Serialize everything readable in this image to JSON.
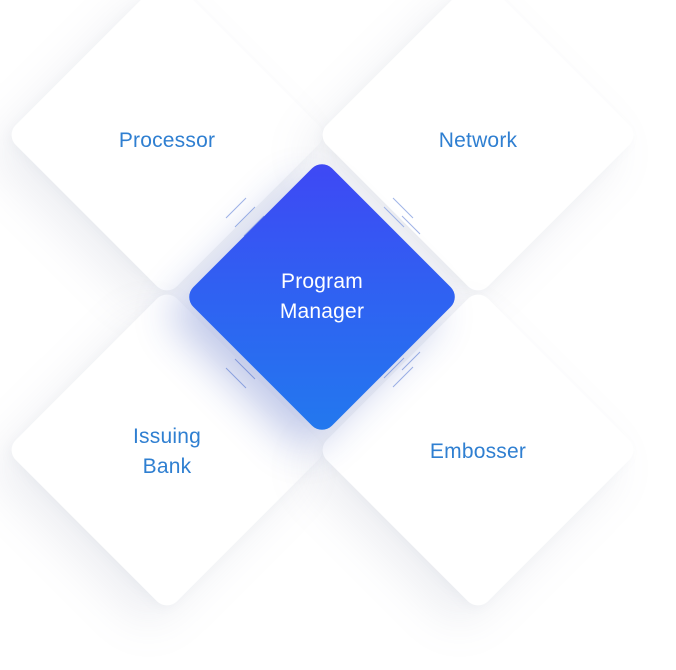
{
  "diagram": {
    "center": {
      "label_line1": "Program",
      "label_line2": "Manager"
    },
    "nodes": {
      "processor": {
        "label": "Processor"
      },
      "network": {
        "label": "Network"
      },
      "issuing_bank": {
        "label_line1": "Issuing",
        "label_line2": "Bank"
      },
      "embosser": {
        "label": "Embosser"
      }
    }
  },
  "colors": {
    "node_text": "#2f7fd1",
    "center_gradient_start": "#3f47f4",
    "center_gradient_end": "#2279ee",
    "connector": "#9fb4e8",
    "center_text": "#ffffff"
  }
}
